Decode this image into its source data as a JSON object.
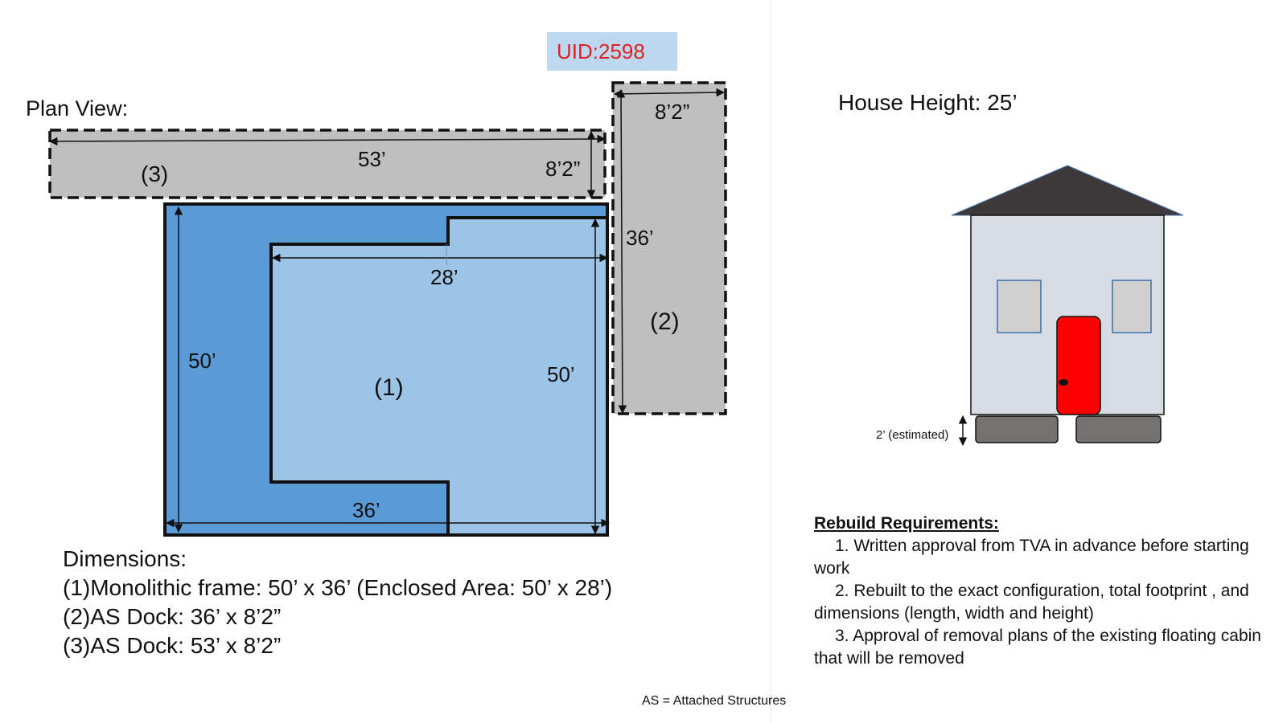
{
  "uid_label": "UID:2598",
  "plan": {
    "title": "Plan View:",
    "labels": {
      "dock3_number": "(3)",
      "dock3_length": "53’",
      "dock3_width": "8’2”",
      "dock2_width": "8’2”",
      "dock2_length": "36’",
      "dock2_number": "(2)",
      "frame_number": "(1)",
      "frame_left_length": "50’",
      "frame_right_length": "50’",
      "enclosed_width": "28’",
      "frame_width": "36’"
    }
  },
  "dimensions": {
    "heading": "Dimensions:",
    "lines": [
      "(1)Monolithic frame: 50’ x 36’ (Enclosed Area: 50’ x 28’)",
      "(2)AS Dock: 36’ x 8’2”",
      "(3)AS Dock: 53’ x 8’2”"
    ]
  },
  "house": {
    "height_label": "House Height: 25’",
    "foundation_label": "2’ (estimated)"
  },
  "requirements": {
    "heading": "Rebuild Requirements:",
    "items": [
      "1.  Written approval from TVA in advance before starting work",
      "2.  Rebuilt to the exact configuration, total footprint , and dimensions (length, width and height)",
      "3.  Approval of removal plans of the existing floating cabin that will be removed"
    ]
  },
  "footnote": "AS = Attached Structures",
  "colors": {
    "frame_dark": "#5b9bd5",
    "frame_light": "#9dc3e6",
    "dock_gray": "#bfbfbf",
    "uid_background": "#bdd7ee",
    "uid_text": "#e02020",
    "roof": "#3d393a",
    "wall": "#d6dce4",
    "window": "#d0d0d0",
    "door": "#ff0000",
    "foundation": "#767171"
  }
}
